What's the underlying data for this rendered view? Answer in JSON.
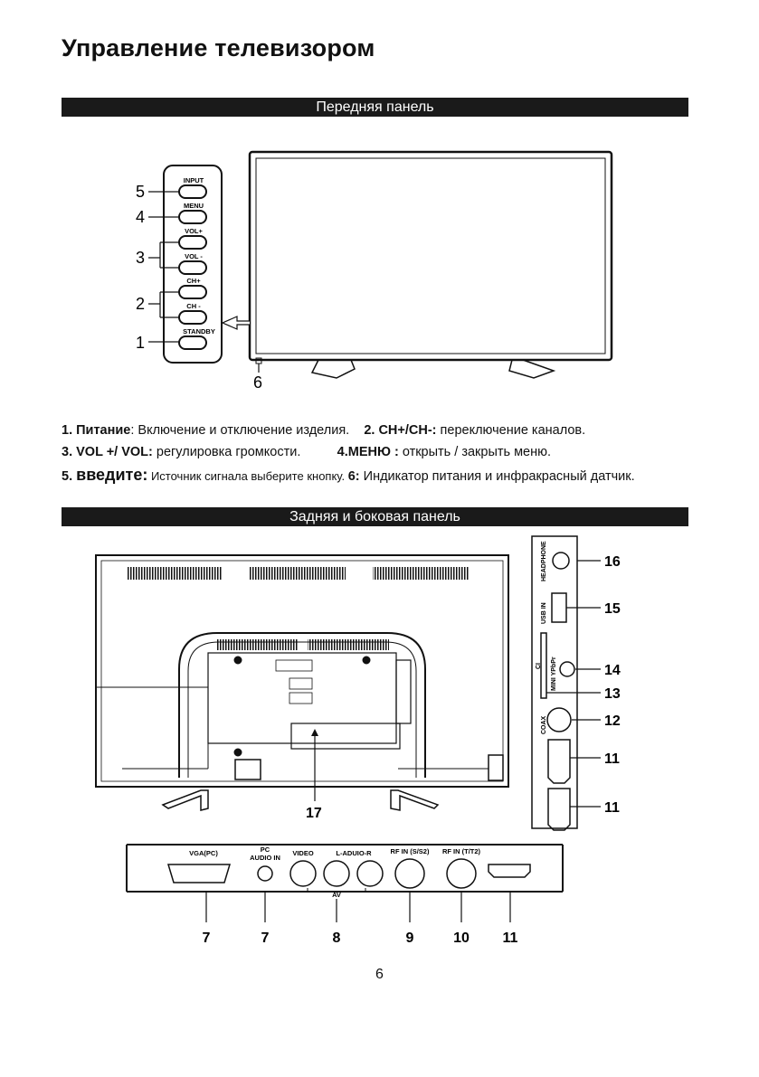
{
  "title": "Управление телевизором",
  "front_header": "Передняя панель",
  "rear_header": "Задняя и боковая панель",
  "front_buttons": [
    "INPUT",
    "MENU",
    "VOL+",
    "VOL -",
    "CH+",
    "CH -",
    "STANDBY"
  ],
  "front_callouts": [
    "5",
    "4",
    "3",
    "2",
    "1",
    "6"
  ],
  "desc": {
    "l1_n1": "1. Питание",
    "l1_t1": ": Включение и отключение изделия.",
    "l1_n2": "2. CH+/CH-:",
    "l1_t2": " переключение каналов.",
    "l2_n1": "3. VOL +/ VOL:",
    "l2_t1": " регулировка громкости.",
    "l2_n2": "4.МЕНЮ :",
    "l2_t2": " открыть / закрыть меню.",
    "l3_n1": "5. ",
    "l3_big": "введите:",
    "l3_t1": " Источник сигнала выберите кнопку. ",
    "l3_n2": "6:",
    "l3_t2": " Индикатор питания и инфракрасный датчик."
  },
  "rear_callout": "17",
  "side_ports": [
    "HEADPHONE",
    "USB IN",
    "CI",
    "MINI YPbPr",
    "COAX"
  ],
  "side_callouts": [
    "16",
    "15",
    "14",
    "13",
    "12",
    "11",
    "11"
  ],
  "bottom_ports": [
    "VGA(PC)",
    "PC",
    "AUDIO IN",
    "VIDEO",
    "L-ADUIO-R",
    "RF IN (S/S2)",
    "RF IN (T/T2)",
    "AV"
  ],
  "bottom_callouts": [
    "7",
    "7",
    "8",
    "9",
    "10",
    "11"
  ],
  "page_number": "6"
}
